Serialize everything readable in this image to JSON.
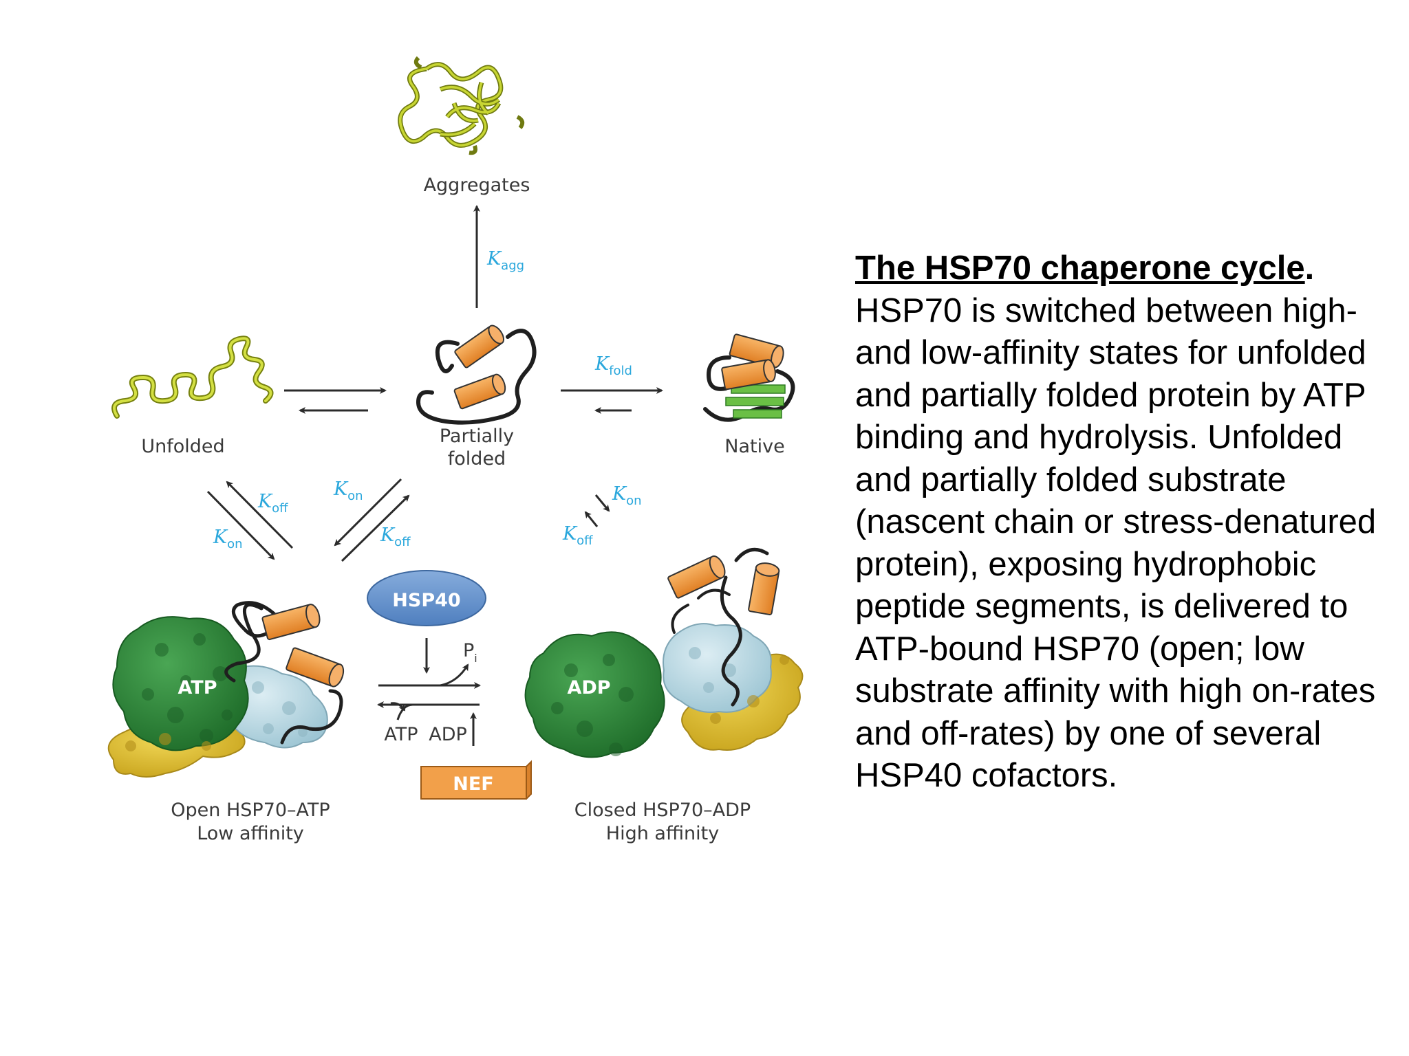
{
  "diagram": {
    "states": {
      "aggregates": "Aggregates",
      "unfolded": "Unfolded",
      "partially_folded_line1": "Partially",
      "partially_folded_line2": "folded",
      "native": "Native",
      "open_complex_line1": "Open HSP70–ATP",
      "open_complex_line2": "Low affinity",
      "closed_complex_line1": "Closed HSP70–ADP",
      "closed_complex_line2": "High affinity"
    },
    "rates": {
      "k": "K",
      "agg_sub": "agg",
      "fold_sub": "fold",
      "on_sub": "on",
      "off_sub": "off"
    },
    "cofactors": {
      "hsp40": "HSP40",
      "nef": "NEF",
      "pi_main": "P",
      "pi_sub": "i",
      "atp_in": "ATP",
      "adp_out": "ADP",
      "atp_bound": "ATP",
      "adp_bound": "ADP"
    },
    "colors": {
      "arrow": "#2b2b2b",
      "rate_label": "#2aa7dc",
      "helix": "#f0943a",
      "nbd_green": "#2e8b3a",
      "sbd_lightblue": "#bcdbe6",
      "lid_yellow": "#e2c234",
      "hsp40_blue": "#6b96cf",
      "nef_orange": "#f2a04a",
      "sheet_green": "#6abf45",
      "chain_olive": "#b8c82a"
    }
  },
  "caption": {
    "title": "The HSP70 chaperone cycle",
    "title_end": ".",
    "body": "HSP70 is switched between high- and low-affinity states for unfolded and partially folded protein by ATP binding and hydrolysis. Unfolded and partially folded substrate (nascent chain or stress-denatured protein), exposing hydrophobic peptide segments, is delivered to ATP-bound HSP70 (open; low substrate affinity with high on-rates and off-rates) by one of several HSP40 cofactors."
  }
}
